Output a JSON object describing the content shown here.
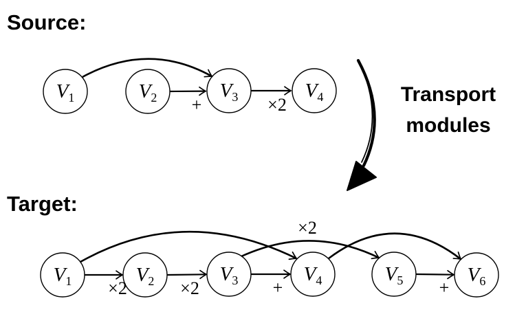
{
  "source": {
    "title": "Source:",
    "nodes": [
      {
        "name": "V",
        "sub": "1"
      },
      {
        "name": "V",
        "sub": "2"
      },
      {
        "name": "V",
        "sub": "3"
      },
      {
        "name": "V",
        "sub": "4"
      }
    ],
    "edges": [
      {
        "from": "V1",
        "to": "V3",
        "type": "arc",
        "label": ""
      },
      {
        "from": "V2",
        "to": "V3",
        "type": "straight",
        "label": "+"
      },
      {
        "from": "V3",
        "to": "V4",
        "type": "straight",
        "label": "×2"
      }
    ]
  },
  "transport": {
    "line1": "Transport",
    "line2": "modules"
  },
  "target": {
    "title": "Target:",
    "nodes": [
      {
        "name": "V",
        "sub": "1"
      },
      {
        "name": "V",
        "sub": "2"
      },
      {
        "name": "V",
        "sub": "3"
      },
      {
        "name": "V",
        "sub": "4"
      },
      {
        "name": "V",
        "sub": "5"
      },
      {
        "name": "V",
        "sub": "6"
      }
    ],
    "edges": [
      {
        "from": "V1",
        "to": "V2",
        "type": "straight",
        "label": "×2"
      },
      {
        "from": "V2",
        "to": "V3",
        "type": "straight",
        "label": "×2"
      },
      {
        "from": "V3",
        "to": "V4",
        "type": "straight",
        "label": "+"
      },
      {
        "from": "V5",
        "to": "V6",
        "type": "straight",
        "label": "+"
      },
      {
        "from": "V1",
        "to": "V4",
        "type": "arc",
        "label": ""
      },
      {
        "from": "V3",
        "to": "V5",
        "type": "arc",
        "label": "×2"
      },
      {
        "from": "V4",
        "to": "V6",
        "type": "arc",
        "label": ""
      }
    ]
  },
  "colors": {
    "ink": "#000000",
    "background": "#ffffff"
  }
}
